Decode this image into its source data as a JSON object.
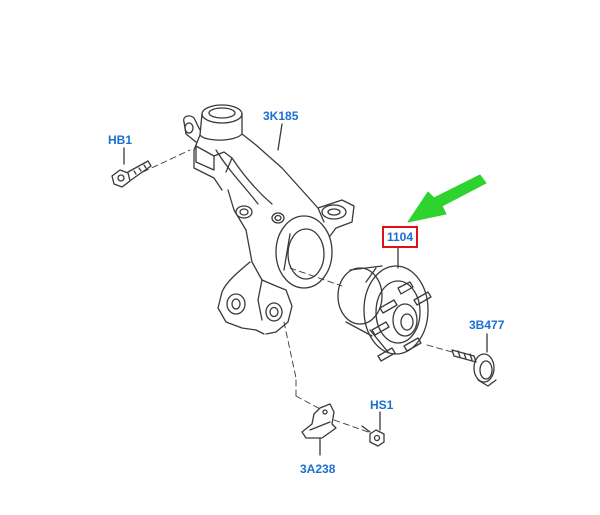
{
  "labels": {
    "knuckle": "3K185",
    "bolt_hb1": "HB1",
    "hub": "1104",
    "wheel_stud_bolt": "3B477",
    "bolt_hs1": "HS1",
    "shield": "3A238"
  },
  "colors": {
    "label_text": "#1a6fd1",
    "highlight_box": "#e0101a",
    "arrow": "#2fd32f",
    "line_art": "#3a3a3a"
  },
  "icons": {
    "pointer": "green-arrow-icon"
  }
}
